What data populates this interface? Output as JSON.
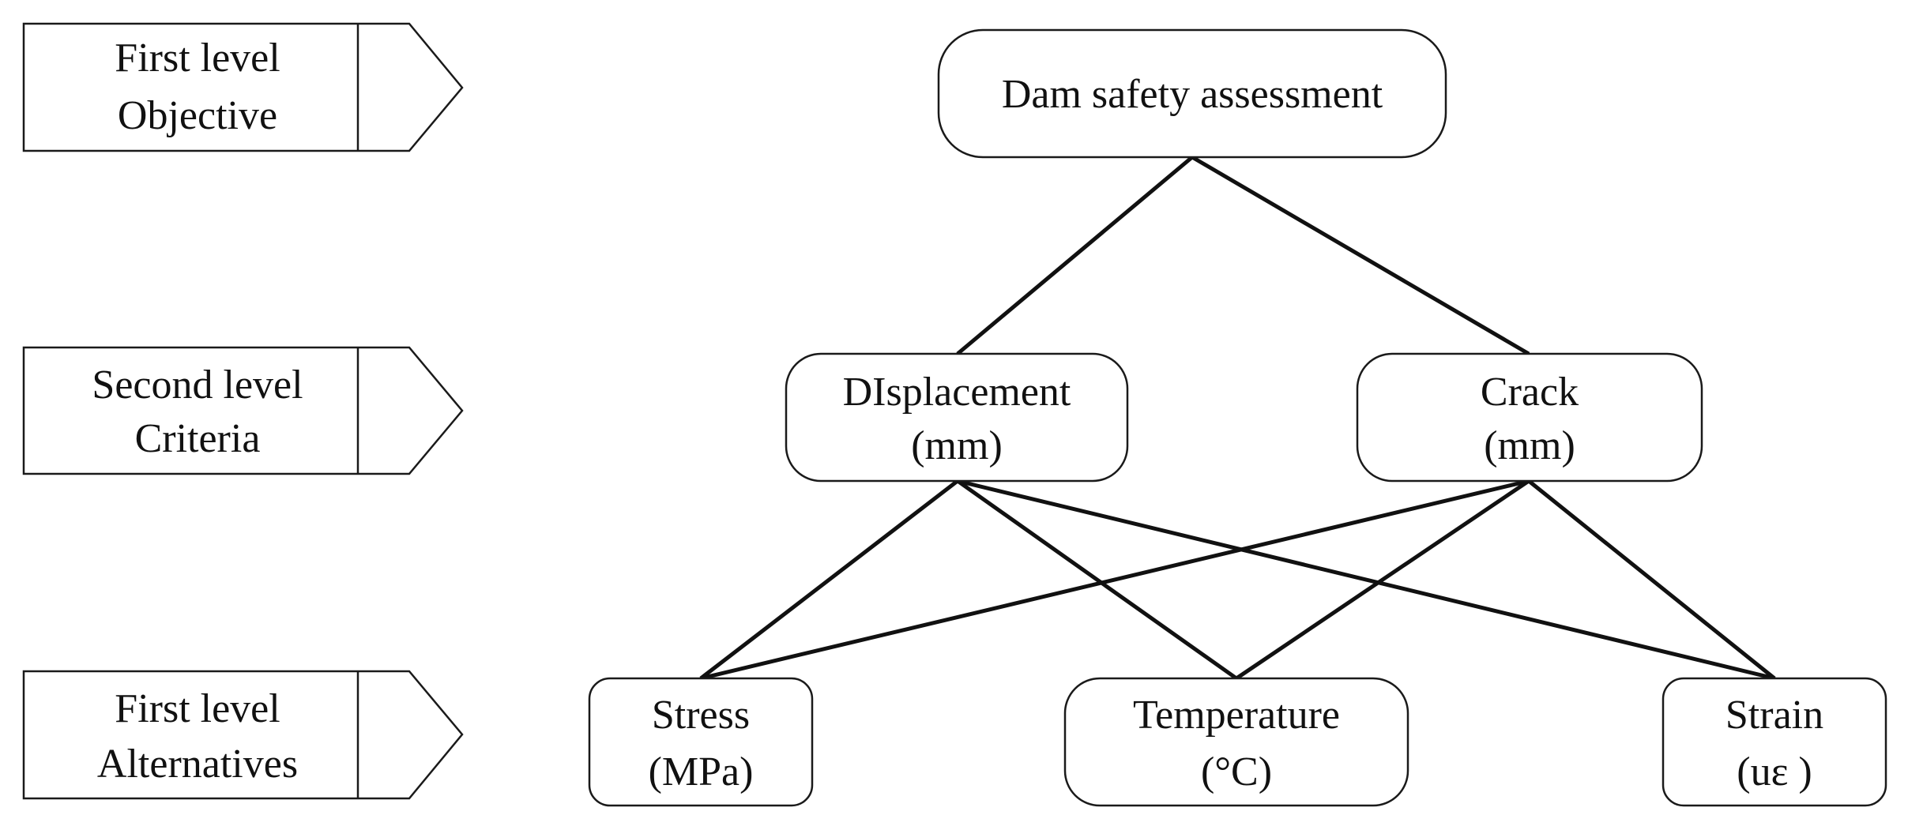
{
  "diagram": {
    "levels": [
      {
        "id": "level-1",
        "line1": "First level",
        "line2": "Objective"
      },
      {
        "id": "level-2",
        "line1": "Second level",
        "line2": "Criteria"
      },
      {
        "id": "level-3",
        "line1": "First level",
        "line2": "Alternatives"
      }
    ],
    "nodes": {
      "goal": {
        "label": "Dam safety assessment"
      },
      "displacement": {
        "line1": "DIsplacement",
        "line2": "(mm)"
      },
      "crack": {
        "line1": "Crack",
        "line2": "(mm)"
      },
      "stress": {
        "line1": "Stress",
        "line2": "(MPa)"
      },
      "temperature": {
        "line1": "Temperature",
        "line2": "(°C)"
      },
      "strain": {
        "line1": "Strain",
        "line2": "(uε )"
      }
    },
    "edges": [
      {
        "from": "goal",
        "to": "displacement"
      },
      {
        "from": "goal",
        "to": "crack"
      },
      {
        "from": "displacement",
        "to": "stress"
      },
      {
        "from": "displacement",
        "to": "temperature"
      },
      {
        "from": "displacement",
        "to": "strain"
      },
      {
        "from": "crack",
        "to": "stress"
      },
      {
        "from": "crack",
        "to": "temperature"
      },
      {
        "from": "crack",
        "to": "strain"
      }
    ]
  }
}
